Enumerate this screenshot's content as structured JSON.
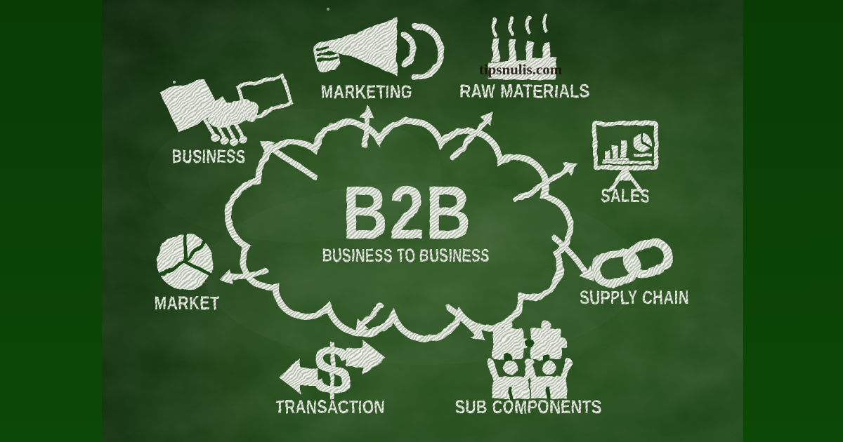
{
  "title": "B2B",
  "subtitle": "BUSINESS TO BUSINESS",
  "watermark": "tipsnulis.com",
  "transaction_symbol": "$",
  "nodes": [
    {
      "id": "business",
      "label": "BUSINESS",
      "icon": "handshake-icon"
    },
    {
      "id": "marketing",
      "label": "MARKETING",
      "icon": "megaphone-icon"
    },
    {
      "id": "raw-materials",
      "label": "RAW MATERIALS",
      "icon": "factory-icon"
    },
    {
      "id": "sales",
      "label": "SALES",
      "icon": "presentation-chart-icon"
    },
    {
      "id": "supply-chain",
      "label": "SUPPLY CHAIN",
      "icon": "chain-link-icon"
    },
    {
      "id": "sub-components",
      "label": "SUB COMPONENTS",
      "icon": "puzzle-people-icon"
    },
    {
      "id": "transaction",
      "label": "TRANSACTION",
      "icon": "dollar-arrows-icon"
    },
    {
      "id": "market",
      "label": "MARKET",
      "icon": "pie-chart-icon"
    }
  ],
  "colors": {
    "chalk": "#ebebe5",
    "board_green": "#1e4816",
    "board_green_light": "#2c5420",
    "board_green_dark": "#0f380a",
    "outer_green": "#0a4206",
    "watermark_text": "#19100a"
  }
}
